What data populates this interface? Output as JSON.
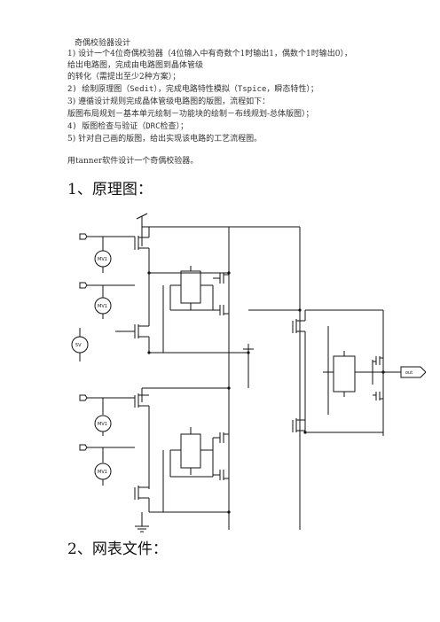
{
  "doc": {
    "title": "奇偶校验器设计",
    "lines": [
      "1) 设计一个4位奇偶校验器（4位输入中有奇数个1时输出1，偶数个1时输出0），",
      "给出电路图，完成由电路图到晶体管级",
      "的转化（需提出至少2种方案）；",
      "2) 绘制原理图（Sedit），完成电路特性模拟（Tspice，瞬态特性）；",
      "3) 遵循设计规则完成晶体管级电路图的版图，流程如下：",
      "版图布局规划－基本单元绘制－功能块的绘制－布线规划-总体版图）；",
      "4) 版图检查与验证（DRC检查）；",
      "5) 针对自己画的版图，给出实现该电路的工艺流程图。"
    ],
    "intro": "用tanner软件设计一个奇偶校验器。",
    "section1": "1、原理图：",
    "section2": "2、网表文件："
  },
  "schematic": {
    "source_labels": [
      "MV1",
      "MV1",
      "MV1",
      "MV1"
    ],
    "dc_label": "5V",
    "output_label": "out"
  }
}
